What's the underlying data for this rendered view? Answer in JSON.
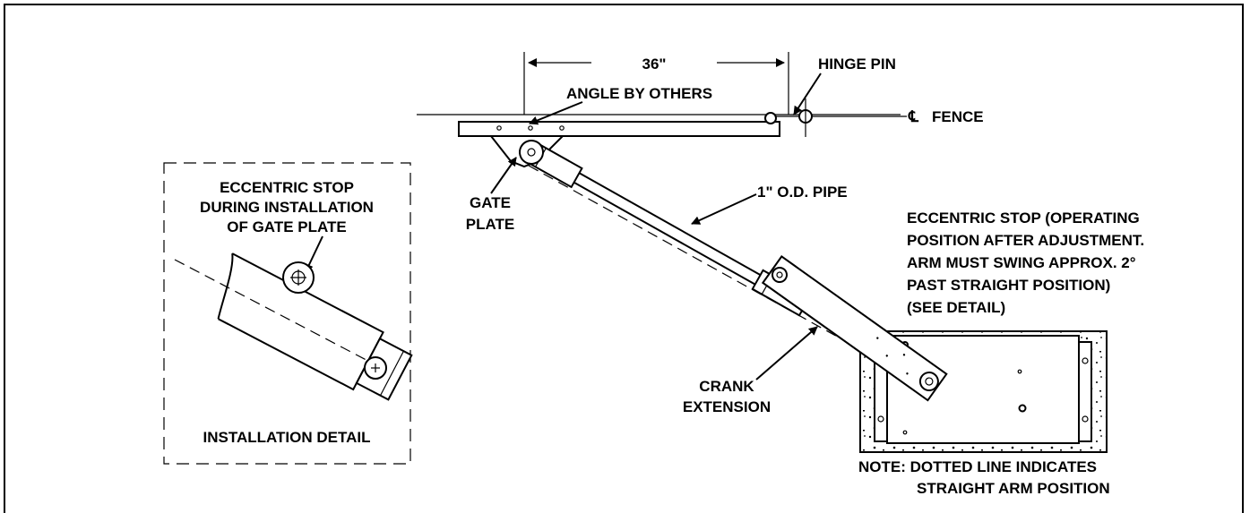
{
  "labels": {
    "dimension": "36\"",
    "hinge_pin": "HINGE PIN",
    "fence_symbol": "℄",
    "fence": "FENCE",
    "angle_by_others": "ANGLE BY OTHERS",
    "gate_plate_1": "GATE",
    "gate_plate_2": "PLATE",
    "pipe": "1\" O.D. PIPE",
    "eccentric_op": [
      "ECCENTRIC STOP (OPERATING",
      "POSITION AFTER ADJUSTMENT.",
      "ARM MUST SWING APPROX. 2°",
      "PAST STRAIGHT POSITION)",
      "(SEE DETAIL)"
    ],
    "crank_1": "CRANK",
    "crank_2": "EXTENSION",
    "note_1": "NOTE: DOTTED LINE INDICATES",
    "note_2": "STRAIGHT ARM POSITION"
  },
  "detail": {
    "title": [
      "ECCENTRIC STOP",
      "DURING INSTALLATION",
      "OF GATE PLATE"
    ],
    "caption": "INSTALLATION DETAIL"
  }
}
